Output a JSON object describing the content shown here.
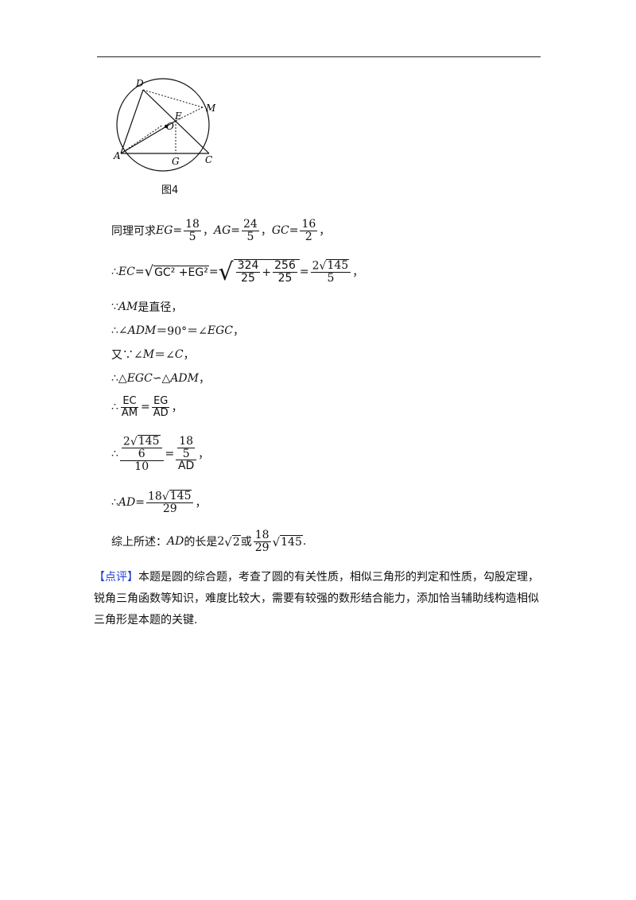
{
  "figure": {
    "labels": {
      "D": "D",
      "M": "M",
      "E": "E",
      "O": "O",
      "A": "A",
      "G": "G",
      "C": "C"
    },
    "caption": "图4"
  },
  "l1": {
    "prefix": "同理可求 ",
    "EG": "EG",
    "eq": "=",
    "n1": "18",
    "d1": "5",
    "sep1": "，",
    "AG": "AG",
    "n2": "24",
    "d2": "5",
    "sep2": "，",
    "GC": "GC",
    "n3": "16",
    "d3": "2",
    "end": "，"
  },
  "l2": {
    "th": "∴",
    "EC": "EC",
    "eq": "=",
    "inner": "GC² +EG²",
    "n1": "324",
    "d1": "25",
    "plus": "+",
    "n2": "256",
    "d2": "25",
    "eq2": "=",
    "res_coef": "2",
    "res_rad": "145",
    "res_den": "5",
    "end": "，"
  },
  "l3": {
    "text": "∵",
    "AM": "AM",
    "rest": " 是直径，"
  },
  "l4": {
    "text": "∴∠",
    "ADM": "ADM",
    "mid": "＝90°＝∠",
    "EGC": "EGC",
    "end": "，"
  },
  "l5": {
    "text": "又∵∠",
    "M": "M",
    "mid": "＝∠",
    "C": "C",
    "end": "，"
  },
  "l6": {
    "text": "∴△",
    "EGC": "EGC",
    "mid": "∽△",
    "ADM": "ADM",
    "end": "，"
  },
  "l7": {
    "th": "∴",
    "n1": "EC",
    "d1": "AM",
    "eq": "=",
    "n2": "EG",
    "d2": "AD",
    "end": "，"
  },
  "l8": {
    "th": "∴",
    "top_coef": "2",
    "top_rad": "145",
    "top_den": "6",
    "bot": "10",
    "eq": "=",
    "n2": "18",
    "d2": "5",
    "bot2": "AD",
    "end": "，"
  },
  "l9": {
    "th": "∴",
    "AD": "AD",
    "eq": "=",
    "coef": "18",
    "rad": "145",
    "den": "29",
    "end": "，"
  },
  "l10": {
    "text": "综上所述：",
    "AD": "AD",
    "mid": " 的长是 ",
    "c1": "2",
    "r1": "2",
    "or": "或",
    "n": "18",
    "d": "29",
    "r2": "145",
    "end": "."
  },
  "comment": {
    "tag": "【点评】",
    "text": "本题是圆的综合题，考查了圆的有关性质，相似三角形的判定和性质，勾股定理，锐角三角函数等知识，难度比较大，需要有较强的数形结合能力，添加恰当辅助线构造相似三角形是本题的关键."
  }
}
